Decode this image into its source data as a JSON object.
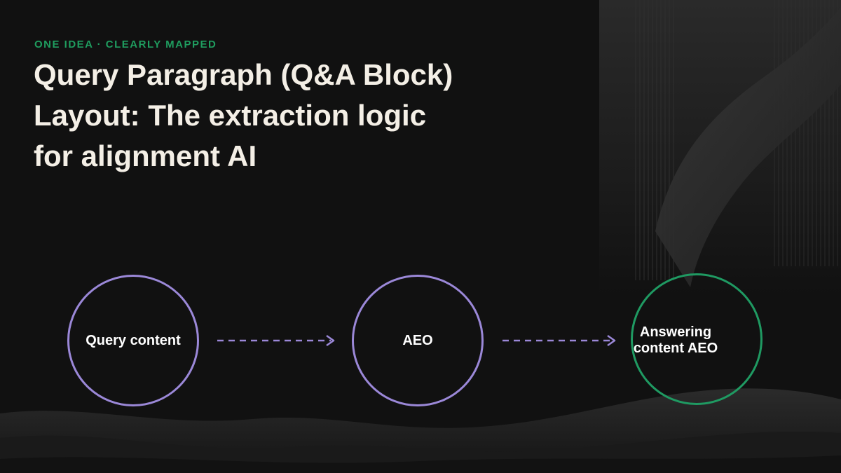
{
  "kicker": "ONE IDEA · CLEARLY MAPPED",
  "title_lines": [
    "Query Paragraph (Q&A Block)",
    "Layout: The extraction logic",
    "for alignment AI"
  ],
  "flow": {
    "nodes": [
      {
        "label": "Query content",
        "color": "#9b88d8"
      },
      {
        "label": "AEO",
        "color": "#9b88d8"
      },
      {
        "label_lines": [
          "Answering",
          "content AEO"
        ],
        "color": "#1f9a62"
      }
    ],
    "arrow_color": "#9b88d8",
    "connector_style": "dashed"
  },
  "colors": {
    "background": "#111111",
    "accent_green": "#1f9d5f",
    "title_text": "#f4efe6"
  }
}
